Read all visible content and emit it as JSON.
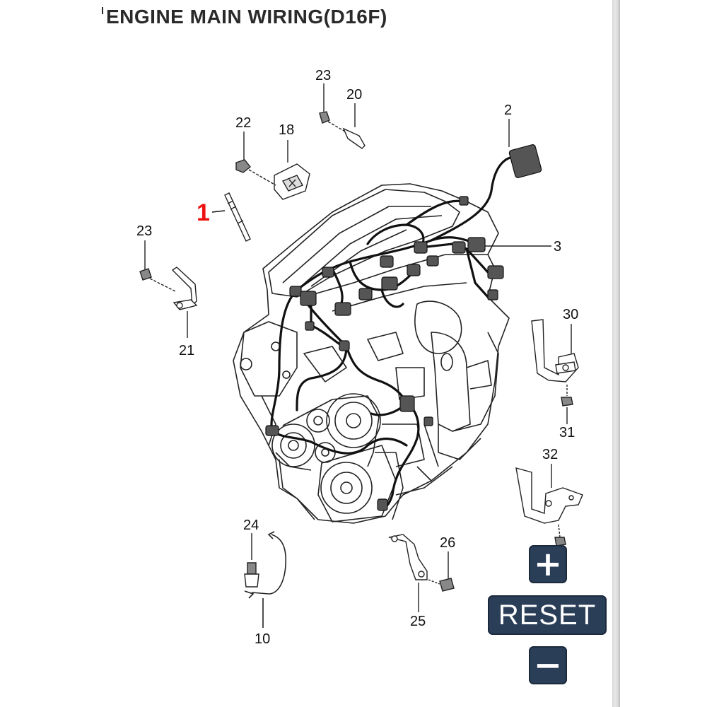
{
  "title": "ENGINE MAIN WIRING(D16F)",
  "labels": {
    "p1": "1",
    "p2": "2",
    "p3": "3",
    "p10": "10",
    "p18": "18",
    "p20": "20",
    "p21": "21",
    "p22": "22",
    "p23a": "23",
    "p23b": "23",
    "p24": "24",
    "p25": "25",
    "p26": "26",
    "p30": "30",
    "p31": "31",
    "p32": "32"
  },
  "controls": {
    "zoom_in": "+",
    "reset": "RESET",
    "zoom_out": "−"
  },
  "colors": {
    "button_bg": "#2b3e58",
    "highlight_label": "#e11111"
  }
}
